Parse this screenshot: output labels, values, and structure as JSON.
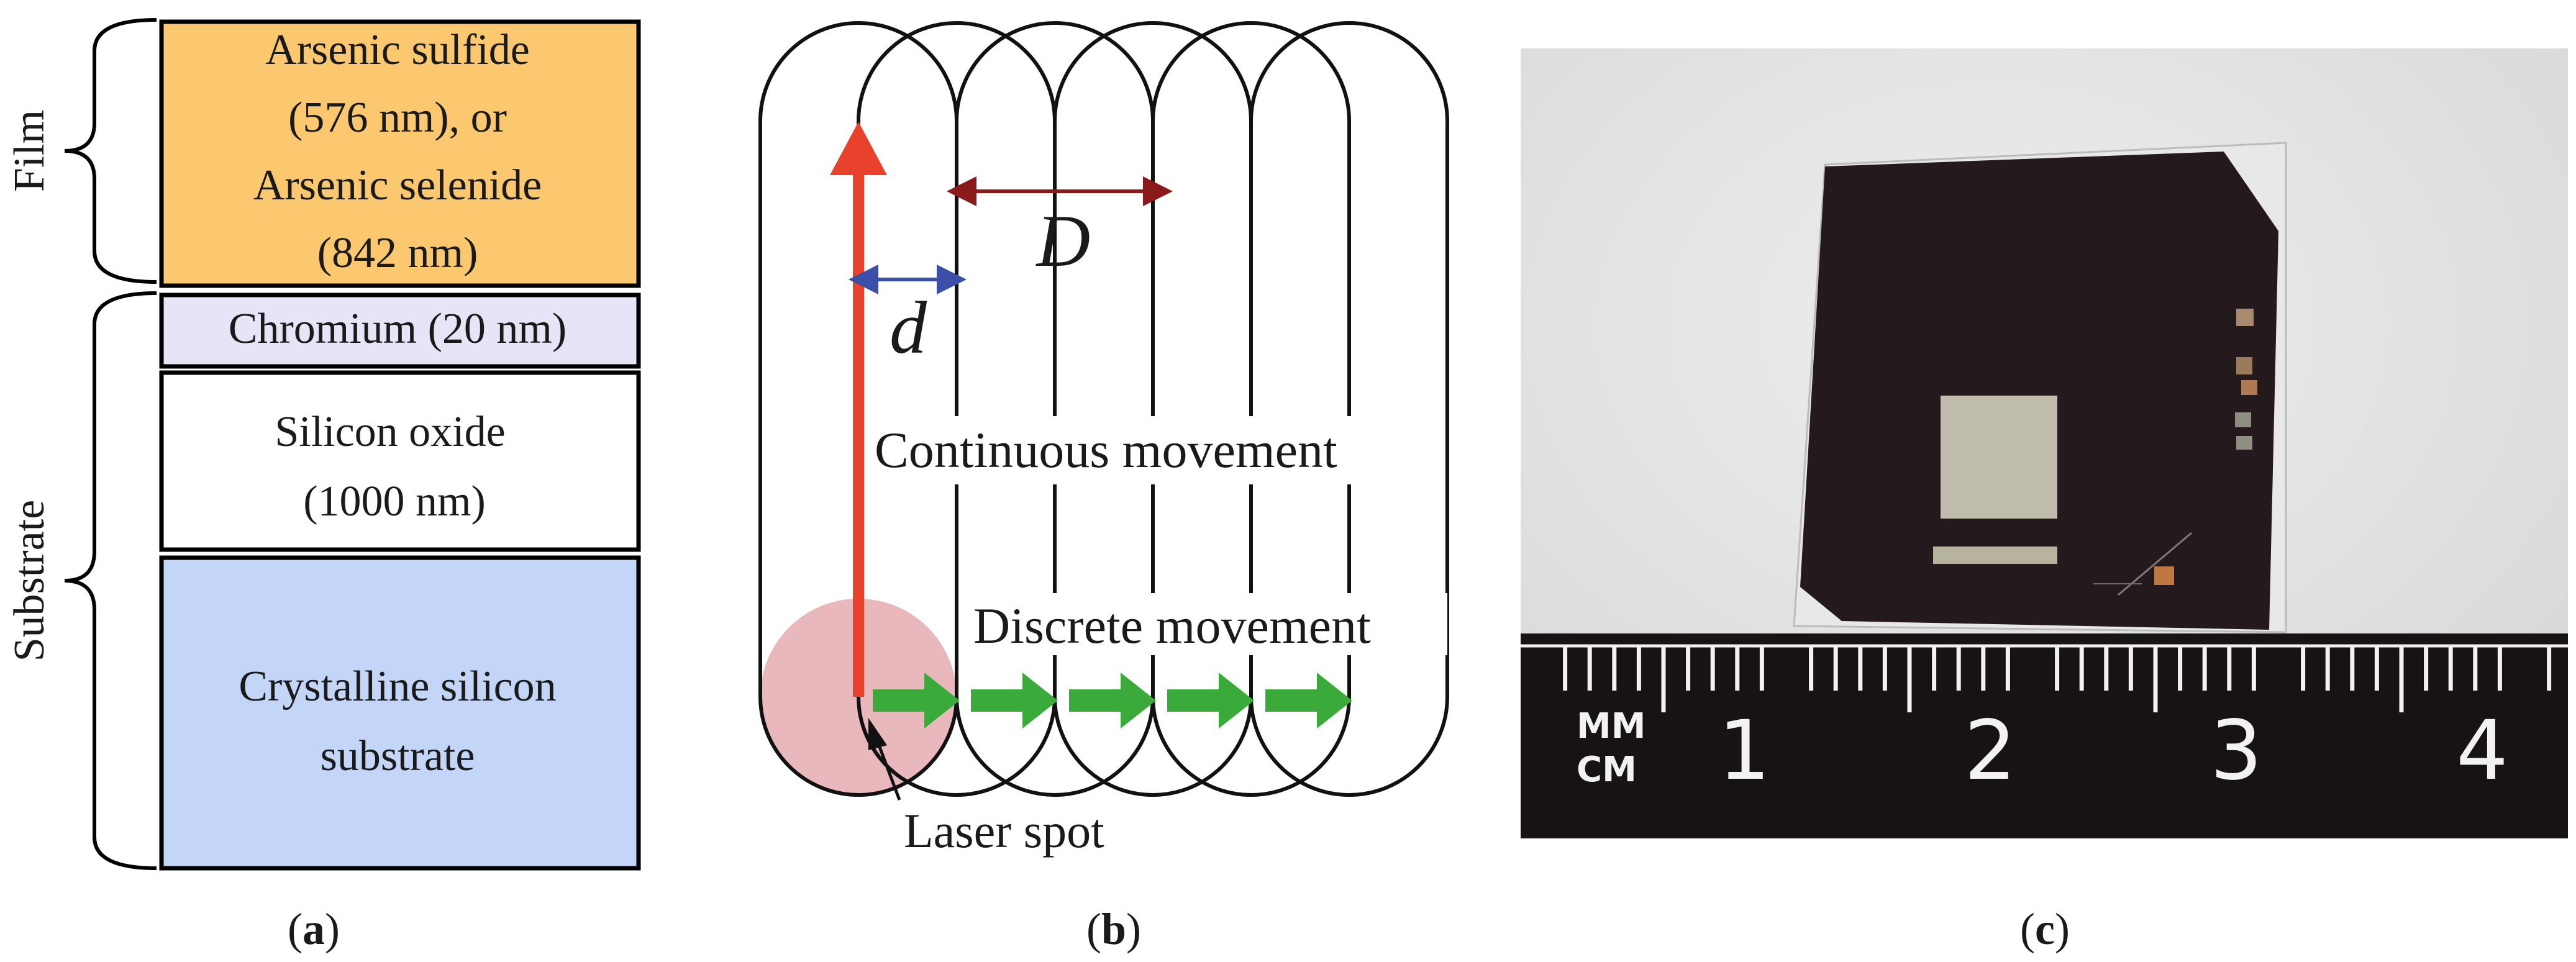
{
  "panel_a": {
    "film_label": "Film",
    "substrate_label": "Substrate",
    "layers": [
      {
        "lines": [
          "Arsenic sulfide",
          "(576 nm), or",
          "Arsenic selenide",
          "(842 nm)"
        ],
        "color": "#fbc870"
      },
      {
        "lines": [
          "Chromium (20 nm)"
        ],
        "color": "#e6e4f6"
      },
      {
        "lines": [
          "Silicon oxide",
          "(1000 nm)"
        ],
        "color": "#ffffff"
      },
      {
        "lines": [
          "Crystalline silicon",
          "substrate"
        ],
        "color": "#c3d6f8"
      }
    ],
    "caption_open": "(",
    "caption_letter": "a",
    "caption_close": ")"
  },
  "panel_b": {
    "D_label": "D",
    "d_label": "d",
    "continuous_label": "Continuous movement",
    "discrete_label": "Discrete movement",
    "laser_label": "Laser spot",
    "caption_open": "(",
    "caption_letter": "b",
    "caption_close": ")",
    "colors": {
      "continuous_arrow": "#e8412c",
      "discrete_arrow": "#3aab3a",
      "D_arrow": "#8b1a1a",
      "d_arrow": "#3b4fa8",
      "laser_spot": "#e8b8bc"
    }
  },
  "panel_c": {
    "ruler_unit_top": "MM",
    "ruler_unit_bottom": "CM",
    "ruler_numbers": [
      "1",
      "2",
      "3",
      "4"
    ],
    "caption_open": "(",
    "caption_letter": "c",
    "caption_close": ")"
  }
}
